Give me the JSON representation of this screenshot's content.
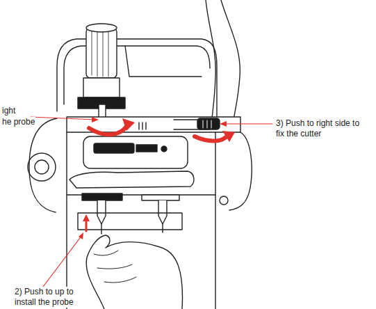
{
  "diagram": {
    "labels": [
      "ight",
      "he probe",
      "3) Push to right side to fix the cutter",
      "2) Push to up to install the probe"
    ]
  }
}
